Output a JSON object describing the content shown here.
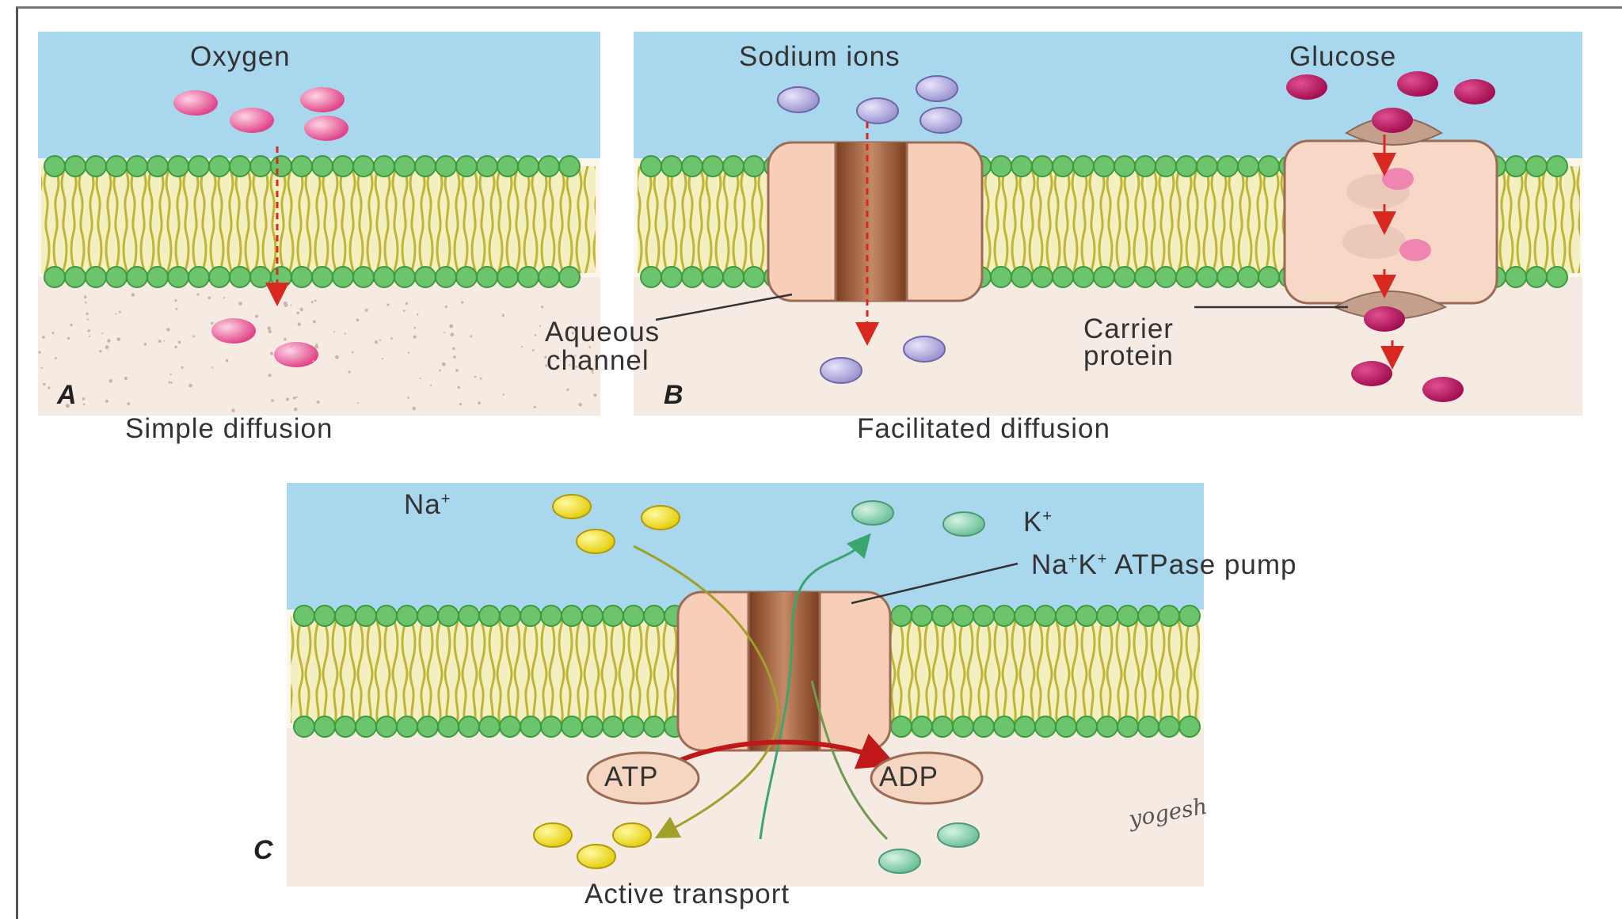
{
  "panel_a": {
    "letter": "A",
    "molecule_label": "Oxygen",
    "caption": "Simple diffusion"
  },
  "panel_b": {
    "letter": "B",
    "sodium_label": "Sodium ions",
    "glucose_label": "Glucose",
    "channel_label_line1": "Aqueous",
    "channel_label_line2": "channel",
    "carrier_label_line1": "Carrier",
    "carrier_label_line2": "protein",
    "caption": "Facilitated diffusion"
  },
  "panel_c": {
    "letter": "C",
    "na_label": "Na",
    "k_label": "K",
    "superscript_plus": "+",
    "pump_label_na": "Na",
    "pump_label_k": "K",
    "pump_label_rest": " ATPase pump",
    "atp_label": "ATP",
    "adp_label": "ADP",
    "caption": "Active transport"
  },
  "signature": "yogesh",
  "colors": {
    "extracellular": "#a9d8ee",
    "cytoplasm": "#f6ebe3",
    "phospholipid_head": "#6cc46c",
    "lipid_tail": "#c9c24a",
    "protein": "#f7cfb8",
    "channel": "#8b4a2a",
    "oxygen": "#e85a90",
    "sodium_ion": "#b7b2e0",
    "glucose": "#b8175f",
    "na_plus": "#f3e12a",
    "k_plus": "#86d3a8",
    "arrow_red": "#d8281f"
  }
}
